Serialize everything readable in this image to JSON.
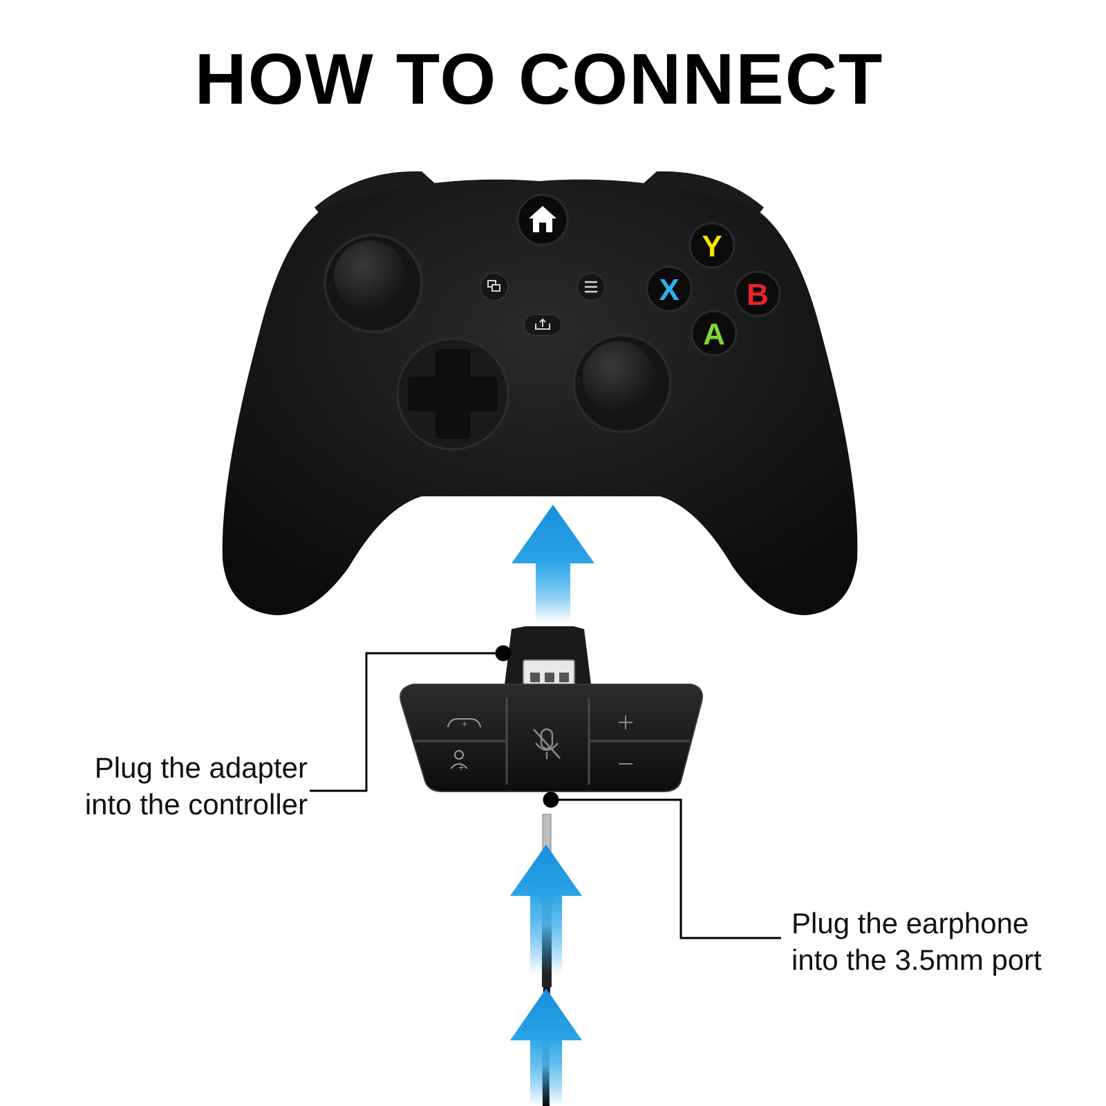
{
  "title": "HOW TO CONNECT",
  "callouts": {
    "adapter": {
      "line1": "Plug the adapter",
      "line2": "into the controller"
    },
    "earphone": {
      "line1": "Plug the earphone",
      "line2": "into the 3.5mm port"
    }
  },
  "controller": {
    "face_buttons": [
      {
        "letter": "Y",
        "color": "#f2e600"
      },
      {
        "letter": "X",
        "color": "#2ab5f0"
      },
      {
        "letter": "B",
        "color": "#e8242c"
      },
      {
        "letter": "A",
        "color": "#7fd63a"
      }
    ],
    "icons": [
      "home-icon",
      "view-icon",
      "menu-icon",
      "share-icon"
    ]
  },
  "adapter": {
    "buttons": [
      "game-chat-plus-icon",
      "mic-mute-icon",
      "volume-plus-icon",
      "game-chat-minus-icon",
      "volume-minus-icon"
    ]
  },
  "colors": {
    "arrow": "#2aa3e6",
    "controller": "#121212",
    "text": "#111111"
  }
}
